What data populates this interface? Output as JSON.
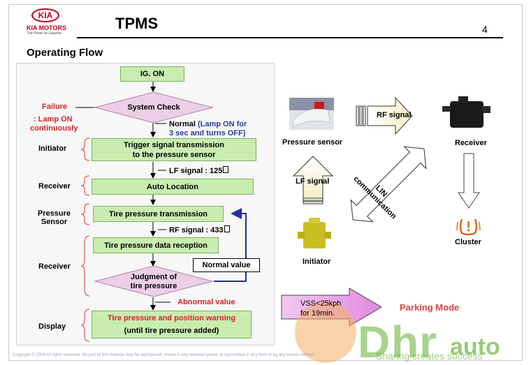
{
  "header": {
    "logo_mark": "KIA",
    "logo_name": "KIA MOTORS",
    "logo_tagline": "The Power to Surprise",
    "title": "TPMS",
    "page_number": "4",
    "subtitle": "Operating Flow"
  },
  "flow": {
    "ig_on": "IG. ON",
    "system_check": "System Check",
    "failure": "Failure",
    "failure_note_1": ": Lamp ON",
    "failure_note_2": "continuously",
    "normal_label": "Normal",
    "normal_note_1": "(Lamp ON for",
    "normal_note_2": "3 sec and turns OFF)",
    "trigger_1": "Trigger signal transmission",
    "trigger_2": "to the pressure sensor",
    "lf_signal": "LF signal : 125",
    "auto_location": "Auto Location",
    "tire_pressure_tx": "Tire pressure transmission",
    "rf_signal": "RF signal : 433",
    "data_reception": "Tire pressure data reception",
    "judgment_1": "Judgment of",
    "judgment_2": "tire pressure",
    "normal_value": "Normal value",
    "abnormal_value": "Abnormal value",
    "warning_1": "Tire pressure and position  warning",
    "warning_2": "(until tire pressure added)"
  },
  "side_labels": {
    "initiator": "Initiator",
    "receiver_1": "Receiver",
    "pressure_1": "Pressure",
    "pressure_2": "Sensor",
    "receiver_2": "Receiver",
    "display": "Display"
  },
  "system": {
    "pressure_sensor": "Pressure sensor",
    "rf_signal": "RF signal",
    "receiver": "Receiver",
    "lf_signal": "LF signal",
    "lin_1": "LIN",
    "lin_2": "communication",
    "initiator": "Initiator",
    "cluster": "Cluster",
    "vss_1": "VSS<25kph",
    "vss_2": "for 19min.",
    "parking_mode": "Parking Mode"
  },
  "watermark": {
    "brand": "auto",
    "tagline": "Sharing creates success"
  },
  "footer": {
    "copyright": "Copyright © 2009 All rights reserved. No part of this material may be reproduced, stored in any retrieval system or transmitted in any form or by any means without"
  },
  "colors": {
    "box_fill": "#c9ecb0",
    "box_border": "#7bb35f",
    "diamond_fill": "#ebcfe6",
    "warning_red": "#e02020",
    "normal_blue": "#1f3f9f",
    "loop_line": "#1f2fa0",
    "brand_red": "#c0001a"
  }
}
